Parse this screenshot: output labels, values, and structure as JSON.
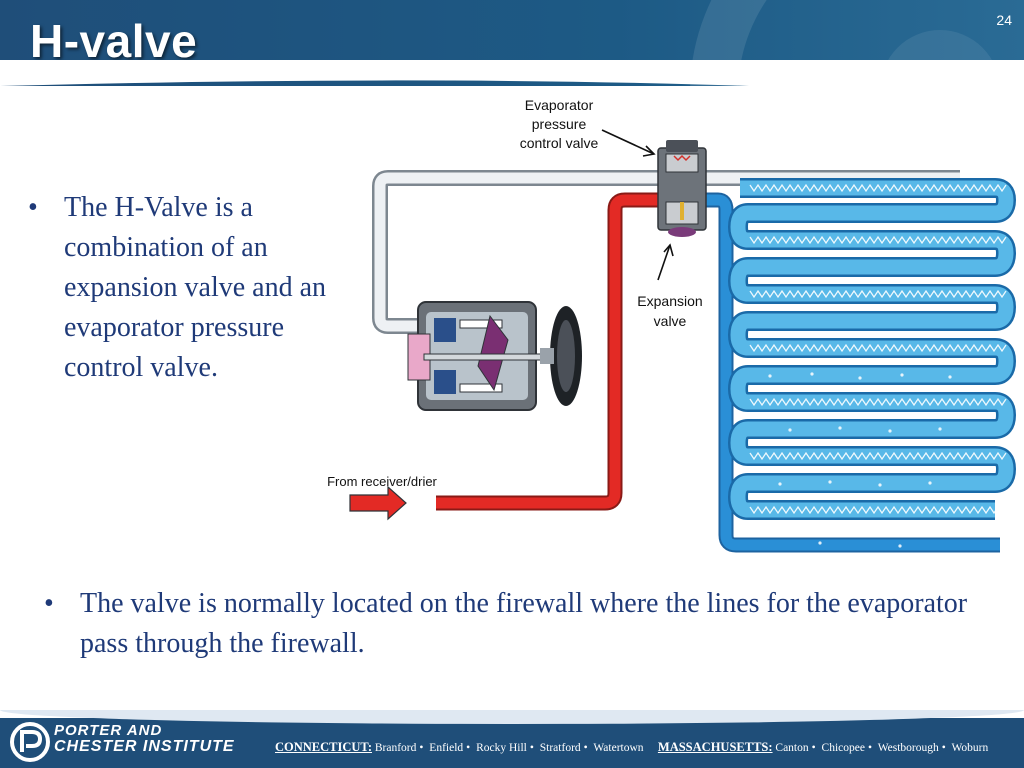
{
  "slide": {
    "title": "H-valve",
    "number": "24"
  },
  "bullets": [
    "The H-Valve is a combination of an expansion valve and an evaporator pressure control valve.",
    "The valve is normally located on the firewall where the lines for the evaporator pass through the firewall."
  ],
  "diagram": {
    "label_evap_1": "Evaporator",
    "label_evap_2": "pressure",
    "label_evap_3": "control valve",
    "label_exp_1": "Expansion",
    "label_exp_2": "valve",
    "label_receiver": "From receiver/drier"
  },
  "footer": {
    "logo_line1": "PORTER AND",
    "logo_line2": "CHESTER INSTITUTE",
    "ct_label": "CONNECTICUT:",
    "ct_towns": [
      "Branford",
      "Enfield",
      "Rocky Hill",
      "Stratford",
      "Watertown"
    ],
    "ma_label": "MASSACHUSETTS:",
    "ma_towns": [
      "Canton",
      "Chicopee",
      "Westborough",
      "Woburn"
    ],
    "bullet_sep": "•"
  },
  "colors": {
    "header": "#1f4e79",
    "bullet_text": "#1f3a78",
    "hot_line": "#e32a25",
    "cold_line": "#2a8fd6",
    "return_line": "#e8ecf0"
  }
}
